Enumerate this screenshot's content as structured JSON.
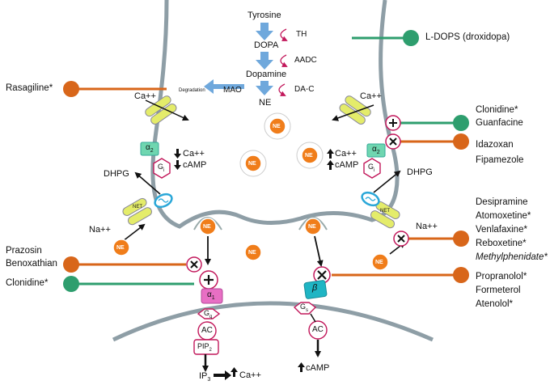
{
  "pathway": {
    "tyrosine": "Tyrosine",
    "dopa": "DOPA",
    "dopamine": "Dopamine",
    "ne": "NE",
    "th": "TH",
    "aadc": "AADC",
    "dac": "DA-C",
    "mao": "MAO",
    "degradation": "Degradation"
  },
  "labels": {
    "ca_left": "Ca++",
    "ca_right": "Ca++",
    "down_ca": "Ca++",
    "down_camp": "cAMP",
    "up_ca": "Ca++",
    "up_camp": "cAMP",
    "dhpg_left": "DHPG",
    "dhpg_right": "DHPG",
    "na_left": "Na++",
    "na_right": "Na++",
    "net": "NET",
    "alpha2": "α",
    "alpha2_sub": "2",
    "gi": "G",
    "gi_sub": "i",
    "alpha1": "α",
    "alpha1_sub": "1",
    "beta": "β",
    "gq": "G",
    "gq_sub": "q",
    "gs": "G",
    "gs_sub": "s",
    "ac": "AC",
    "pip2": "PIP",
    "pip2_sub": "2",
    "ip3": "IP",
    "ip3_sub": "3",
    "ip3_ca": "Ca++",
    "camp_bottom": "cAMP",
    "ne_vesicle": "NE"
  },
  "drugs": {
    "ldops": "L-DOPS (droxidopa)",
    "rasagiline": "Rasagiline*",
    "clonidine_right": "Clonidine*",
    "guanfacine": "Guanfacine",
    "idazoxan": "Idazoxan",
    "fipamezole": "Fipamezole",
    "desipramine": "Desipramine",
    "atomoxetine": "Atomoxetine*",
    "venlafaxine": "Venlafaxine*",
    "reboxetine": "Reboxetine*",
    "methylphenidate": "Methylphenidate*",
    "prazosin": "Prazosin",
    "benoxathian": "Benoxathian",
    "clonidine_left": "Clonidine*",
    "propranolol": "Propranolol*",
    "formeterol": "Formeterol",
    "atenolol": "Atenolol*"
  },
  "colors": {
    "agonist": "#2e9e6e",
    "antagonist": "#d8661a",
    "membrane": "#8e9ea6",
    "arrow_blue": "#6fa8dc",
    "enzyme_arc": "#c2185b",
    "channel": "#e4ec6a",
    "alpha2_box": "#6fd6b0",
    "alpha1_box": "#e86fc4",
    "beta_box": "#1fb5c4",
    "net_oval": "#2aa7d8",
    "ne_orange": "#f07d1a"
  }
}
